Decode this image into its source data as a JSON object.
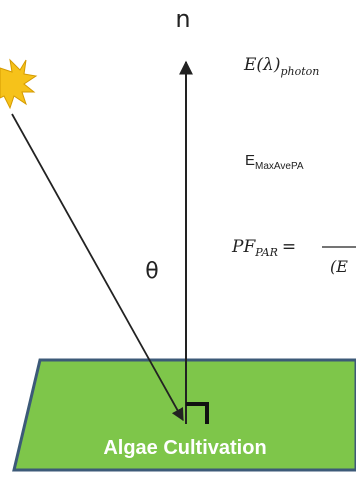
{
  "diagram": {
    "normal_label": "n",
    "angle_label": "θ",
    "surface_label": "Algae Cultivation",
    "equations": {
      "photon_main": "E(λ)",
      "photon_sub": "photon",
      "maxave_main": "E",
      "maxave_sub": "MaxAvePA",
      "pf_main": "PF",
      "pf_sub": "PAR",
      "pf_rest": "= —",
      "pf_denominator_fragment": "(E"
    }
  },
  "colors": {
    "surface_fill": "#7ec64a",
    "surface_stroke": "#3c5a78",
    "sun_fill": "#f6c21a",
    "line": "#222222",
    "surface_text": "#ffffff"
  }
}
